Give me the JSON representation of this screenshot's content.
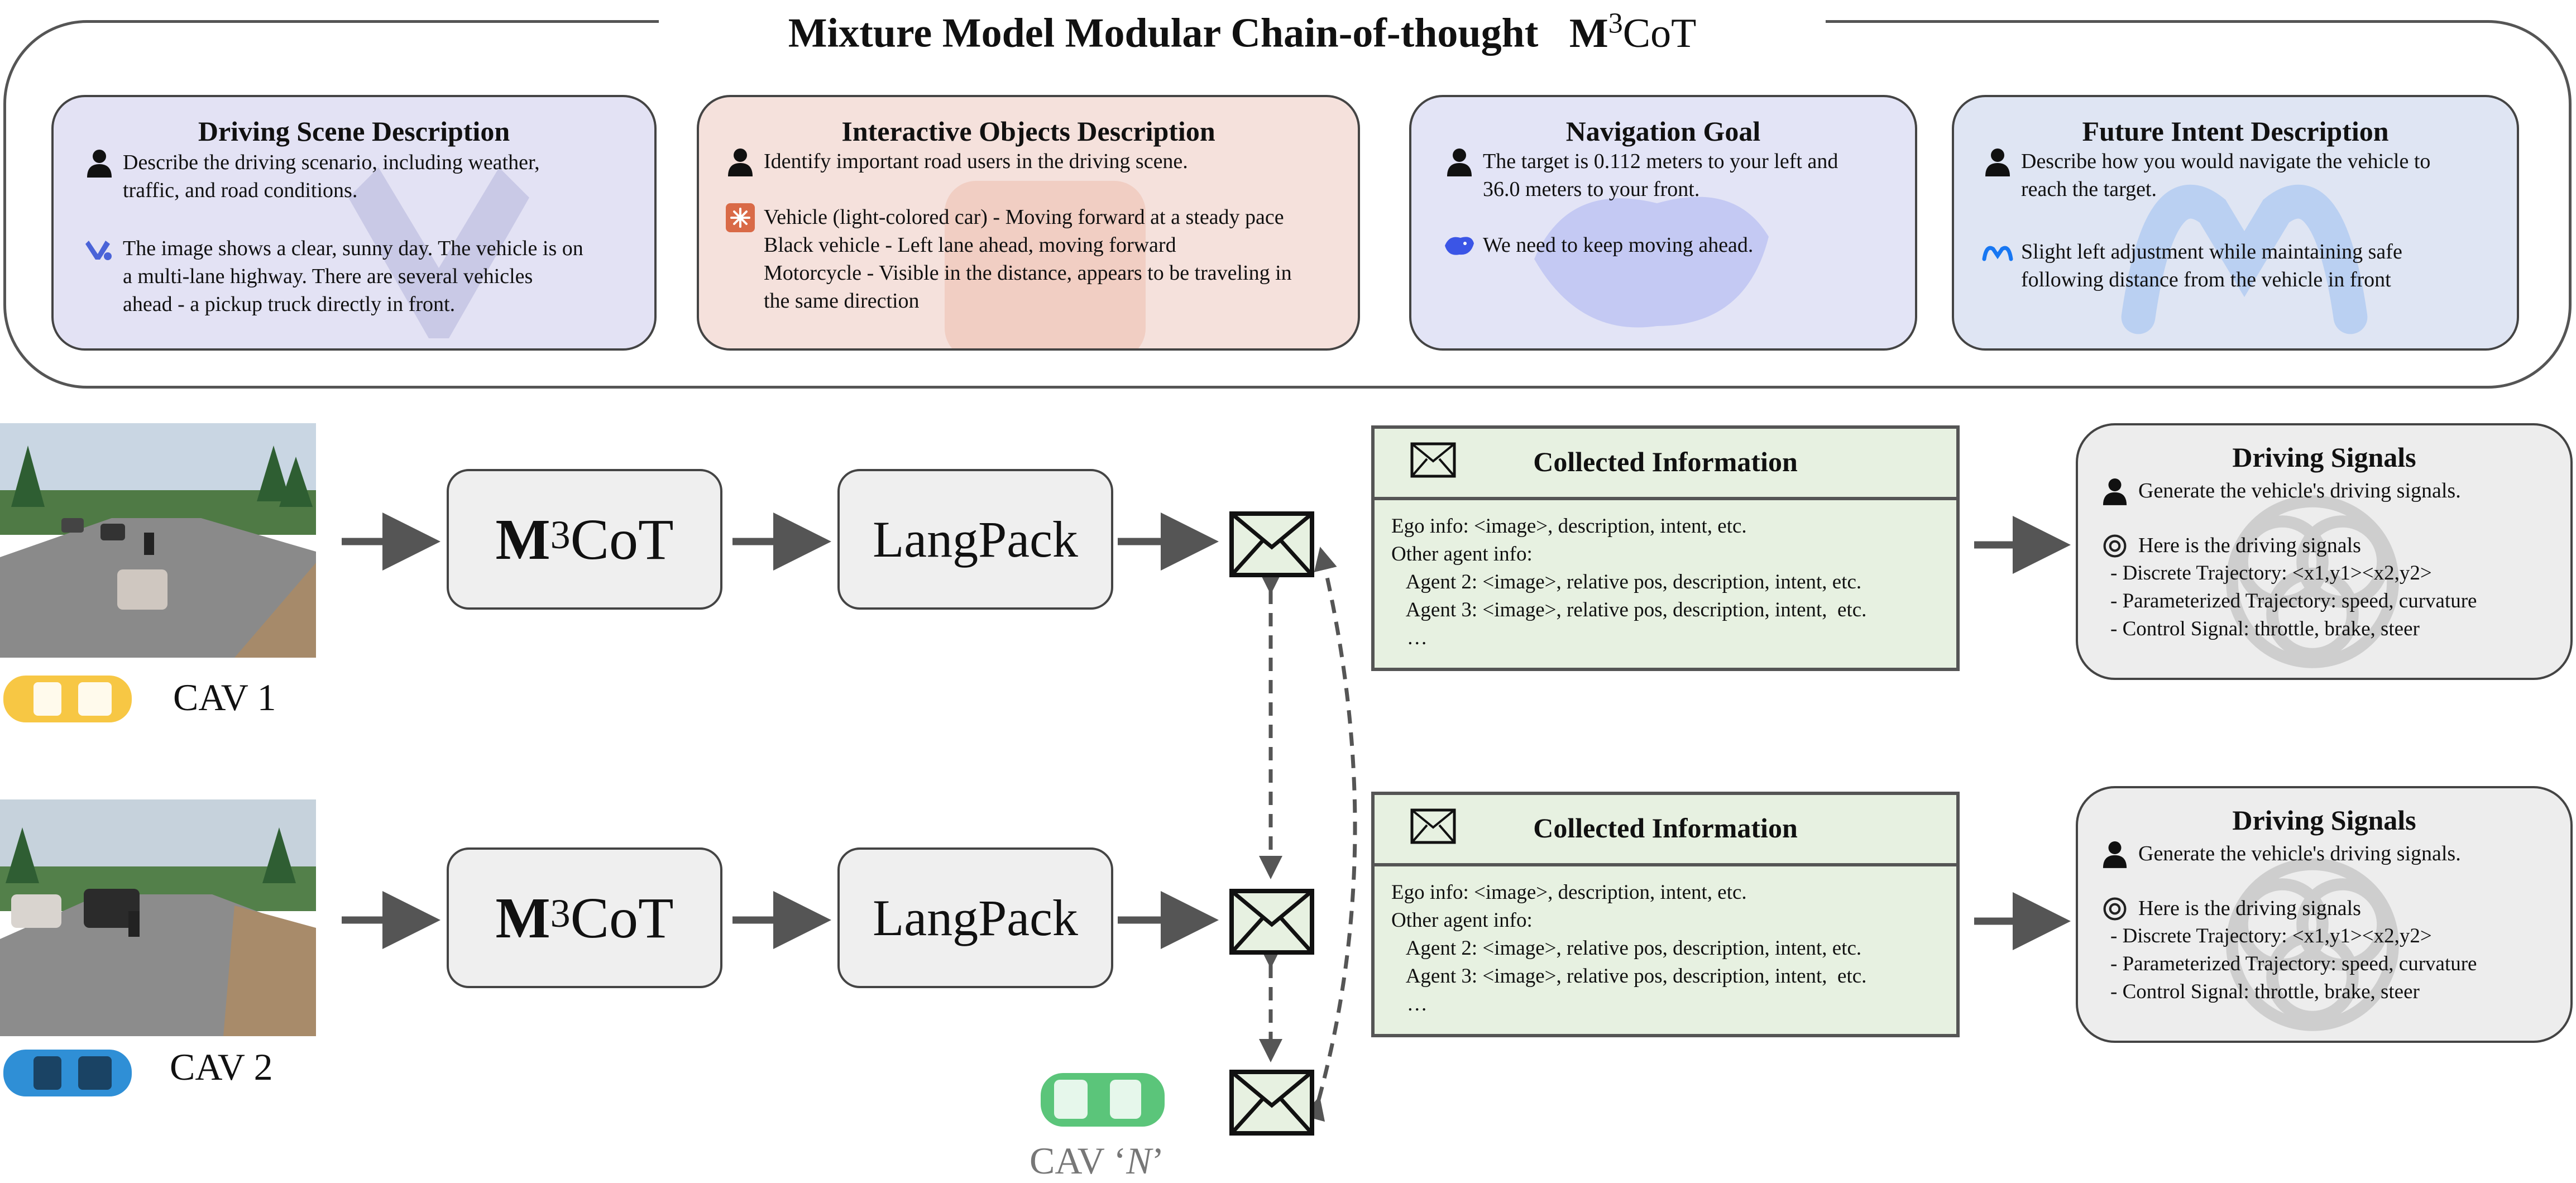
{
  "title": {
    "text": "Mixture Model Modular Chain-of-thought",
    "model_letter": "M",
    "model_sup": "3",
    "model_rest": "CoT"
  },
  "panels": [
    {
      "title": "Driving Scene Description",
      "bg": "#e3e2f4",
      "icon_name": "chatglm-icon",
      "question": "Describe the driving scenario, including weather,\ntraffic, and road conditions.",
      "answer": "The image shows a clear, sunny day. The vehicle is on\na multi-lane highway. There are several vehicles\nahead - a pickup truck directly in front."
    },
    {
      "title": "Interactive Objects Description",
      "bg": "#f5e1dc",
      "icon_name": "claude-icon",
      "question": "Identify important road users in the driving scene.",
      "answer": "Vehicle (light-colored car) - Moving forward at a steady pace\nBlack vehicle - Left lane ahead, moving forward\nMotorcycle - Visible in the distance, appears to be traveling in\nthe same direction"
    },
    {
      "title": "Navigation Goal",
      "bg": "#e3e4f6",
      "icon_name": "deepseek-icon",
      "question": "The target is 0.112 meters to your left and\n36.0 meters to your front.",
      "answer": "We need to keep moving ahead."
    },
    {
      "title": "Future Intent Description",
      "bg": "#dfe5f3",
      "icon_name": "meta-icon",
      "question": "Describe how you would navigate the vehicle to\nreach the target.",
      "answer": "Slight left adjustment while maintaining safe\nfollowing distance from the vehicle in front"
    }
  ],
  "cavs": [
    {
      "label": "CAV 1",
      "car_color": "#f7c744"
    },
    {
      "label": "CAV 2",
      "car_color": "#2f8fd6"
    }
  ],
  "cav_n": {
    "prefix": "CAV ‘",
    "italic": "N",
    "suffix": "’",
    "car_color": "#5bc57a"
  },
  "langpack_label": "LangPack",
  "collected": {
    "title": "Collected Information",
    "ego": "Ego info: <image>, description, intent, etc.",
    "other": "Other agent info:",
    "agent2": "   Agent 2: <image>, relative pos, description, intent, etc.",
    "agent3": "   Agent 3: <image>, relative pos, description, intent,  etc.",
    "more": "   …"
  },
  "signals": {
    "title": "Driving Signals",
    "question": "Generate the vehicle's driving signals.",
    "answer_intro": "Here is the driving signals",
    "items": [
      "- Discrete Trajectory: <x1,y1><x2,y2>",
      "- Parameterized Trajectory: speed, curvature",
      "- Control Signal: throttle, brake, steer"
    ]
  },
  "colors": {
    "panel_border": "#444444",
    "info_bg": "#e7f1e1",
    "box_bg": "#efefef",
    "arrow": "#555555"
  }
}
